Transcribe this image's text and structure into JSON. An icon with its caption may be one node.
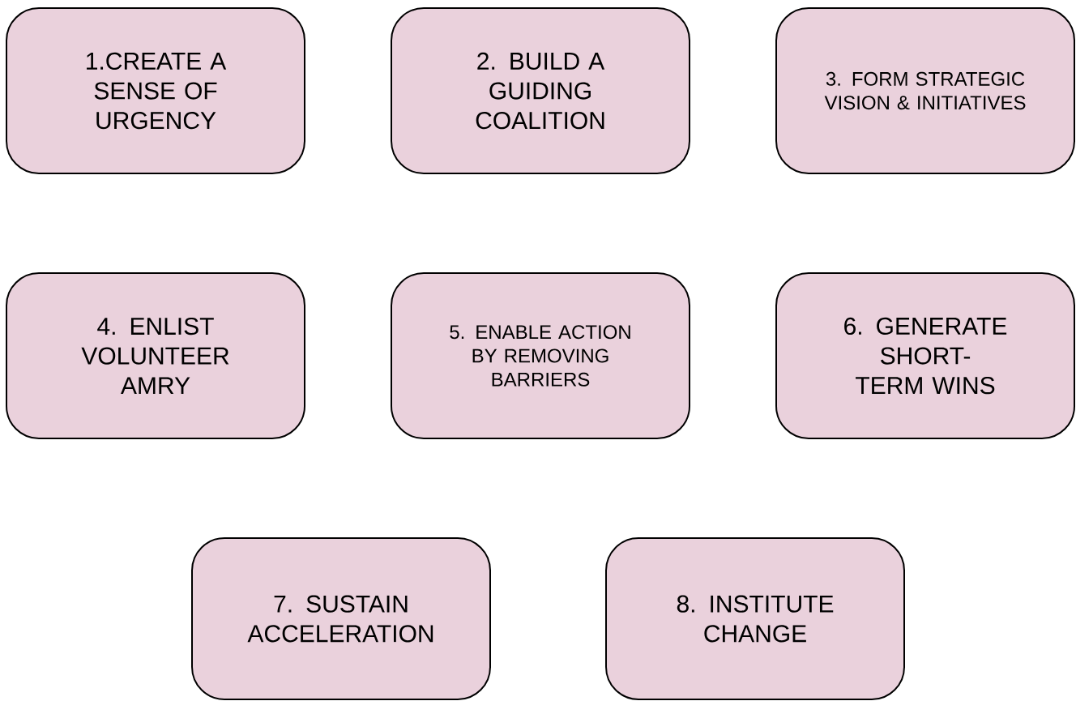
{
  "diagram": {
    "nodes": [
      {
        "text": [
          "1.CREATE A SENSE OF URGENCY"
        ]
      },
      {
        "text": [
          "2. BUILD A GUIDING COALITION"
        ]
      },
      {
        "text": [
          "3. FORM STRATEGIC VISION & INITIATIVES"
        ]
      },
      {
        "text": [
          "4. ENLIST VOLUNTEER AMRY"
        ]
      },
      {
        "text": [
          "5. ENABLE ACTION BY REMOVING BARRIERS"
        ]
      },
      {
        "text": [
          "6. GENERATE SHORT-TERM WINS"
        ]
      },
      {
        "text": [
          "7. SUSTAIN ACCELERATION"
        ]
      },
      {
        "text": [
          "8. INSTITUTE CHANGE"
        ]
      }
    ]
  }
}
